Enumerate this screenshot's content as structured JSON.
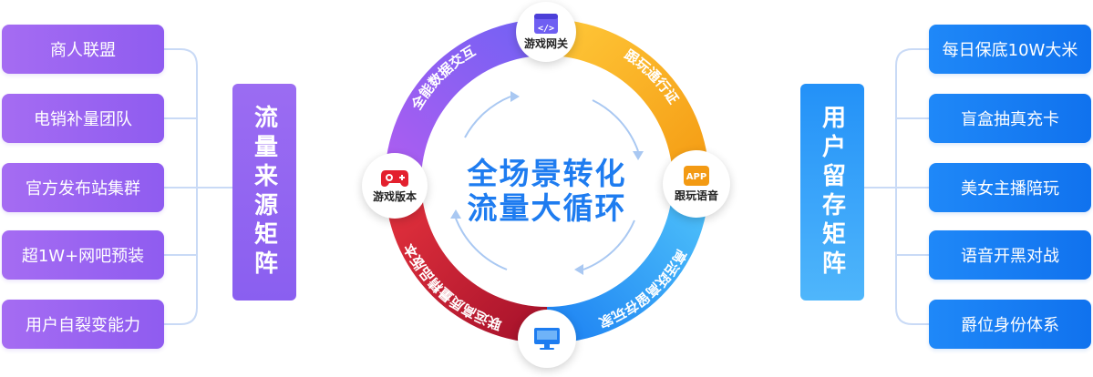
{
  "left_sources": [
    "商人联盟",
    "电销补量团队",
    "官方发布站集群",
    "超1W+网吧预装",
    "用户自裂变能力"
  ],
  "left_title": "流量来源矩阵",
  "right_title": "用户留存矩阵",
  "right_retention": [
    "每日保底10W大米",
    "盲盒抽真充卡",
    "美女主播陪玩",
    "语音开黑对战",
    "爵位身份体系"
  ],
  "center": {
    "line1": "全场景转化",
    "line2": "流量大循环"
  },
  "nodes": {
    "top": "游戏网关",
    "right": "跟玩语音",
    "left": "游戏版本",
    "right_badge": "APP"
  },
  "ring_segments": [
    "全能数据交互",
    "跟玩通行证",
    "高活跃高留存玩家",
    "联运高质量精品版本"
  ],
  "colors": {
    "purple": "#8f5cf0",
    "blue": "#1677f0",
    "orange": "#f5a623",
    "red": "#c4182c"
  }
}
